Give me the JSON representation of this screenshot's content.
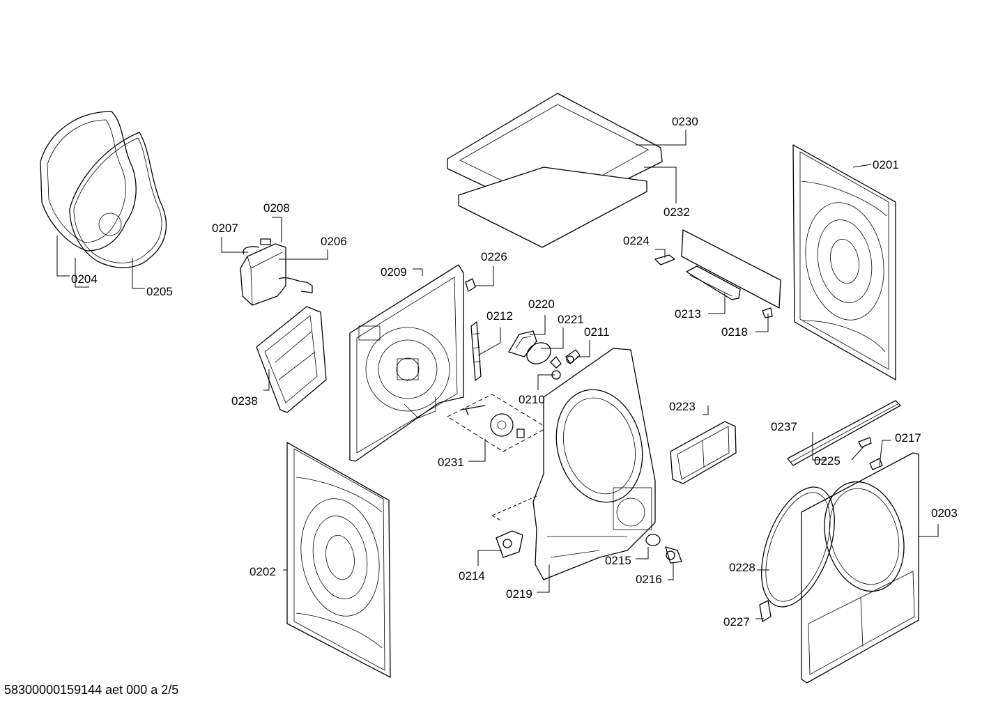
{
  "footer": {
    "doc_ref": "58300000159144 aet 000 a 2/5"
  },
  "callouts": {
    "p0201": "0201",
    "p0202": "0202",
    "p0203": "0203",
    "p0204": "0204",
    "p0205": "0205",
    "p0206": "0206",
    "p0207": "0207",
    "p0208": "0208",
    "p0209": "0209",
    "p0210": "0210",
    "p0211": "0211",
    "p0212": "0212",
    "p0213": "0213",
    "p0214": "0214",
    "p0215": "0215",
    "p0216": "0216",
    "p0217": "0217",
    "p0218": "0218",
    "p0219": "0219",
    "p0220": "0220",
    "p0221": "0221",
    "p0223": "0223",
    "p0224": "0224",
    "p0225": "0225",
    "p0226": "0226",
    "p0227": "0227",
    "p0228": "0228",
    "p0230": "0230",
    "p0231": "0231",
    "p0232": "0232",
    "p0237": "0237",
    "p0238": "0238"
  }
}
